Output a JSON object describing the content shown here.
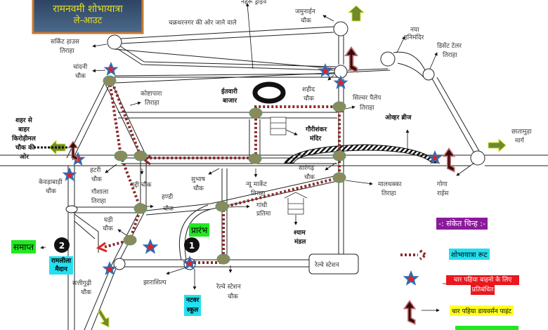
{
  "title": {
    "line1": "रामनवमी शोभायात्रा",
    "line2": "ले-आउट"
  },
  "labels": {
    "top_drive": "नेहरू ड्राइव",
    "chakradharnagar": "चक्रधरनगर की ओर जाने वाले",
    "jamunain_1": "जमुनाईन",
    "jamunain_2": "चौक",
    "circuit_1": "सर्किट हाउस",
    "circuit_2": "तिराहा",
    "chandni_1": "चांदनी",
    "chandni_2": "चौक",
    "koshtapara_1": "कोष्टापारा",
    "koshtapara_2": "तिराहा",
    "itwari_1": "ईतवारी",
    "itwari_2": "बाजार",
    "shaheed_1": "शहीद",
    "shaheed_2": "चौक",
    "silver_1": "सिल्वर पैलेप",
    "silver_2": "तिराहा",
    "naya_1": "नया",
    "naya_2": "हनिमंदिर",
    "district_1": "डिसेंट टेलर",
    "district_2": "तिराहा",
    "gaurishankar_1": "गौरीशंकर",
    "gaurishankar_2": "मंदिर",
    "overbridge": "ओव्हर ब्रीज",
    "chhatamuda_1": "छातामुड़ा",
    "chhatamuda_2": "मार्ग",
    "city_1": "शहर से",
    "city_2": "बाहर",
    "city_3": "किरोड़ीमल",
    "city_4": "चौक की",
    "city_5": "ओर",
    "kewdabadi_1": "केवड़ाबाड़ी",
    "kewdabadi_2": "चौक",
    "hatri_1": "हटरी",
    "hatri_2": "चौक",
    "gaushala_1": "गौशाला",
    "gaushala_2": "तिराहा",
    "gaddi": "गद्दी चौक",
    "subhash_1": "सुभाष",
    "subhash_2": "चौक",
    "newmarket_1": "न्यू मार्केट",
    "newmarket_2": "तिराहा",
    "sarangarh_1": "सारंगढ़",
    "sarangarh_2": "चौक",
    "maldhakka_1": "मालधक्का",
    "maldhakka_2": "तिराहा",
    "goga_1": "गोगा",
    "goga_2": "राईस",
    "handi_1": "हण्डी",
    "handi_2": "चौक",
    "gandhi_1": "गांधी",
    "gandhi_2": "प्रतिमा",
    "shyam_1": "श्याम",
    "shyam_2": "मंडल",
    "ghadi_1": "घड़ी",
    "ghadi_2": "चौक",
    "sattiguddi_1": "सत्तीगुढ़ी",
    "sattiguddi_2": "चौक",
    "jharashilp": "झाराशिल्प",
    "railway_chowk_1": "रेल्वे स्टेशन",
    "railway_chowk_2": "चौक",
    "railway_station": "रेल्वे स्टेशन",
    "start": "प्रारंभ",
    "end": "समाप्त",
    "num1": "1",
    "num2": "2",
    "ramlila_1": "रामलीला",
    "ramlila_2": "मैदान",
    "natwar_1": "नटवर",
    "natwar_2": "स्कूल"
  },
  "legend": {
    "title": "-: संकेत चिन्ह :-",
    "route": "शोभायात्रा रूट",
    "restricted_1": "चार पहिया वाहनो के लिए",
    "restricted_2": "प्रतिबंधित",
    "diversion": "चार पहिया डायवर्सन पाइंट"
  },
  "colors": {
    "route": "#8b2a2a",
    "node": "#8a8a5a",
    "star_outer": "#2e6db3",
    "star_inner": "#e0202a",
    "arrow_green": "#6e8a2a",
    "legend_title_bg": "#8b1a9b",
    "start_bg": "#22e822",
    "name_bg": "#22e0f0",
    "restricted_bg": "#e8181e",
    "diversion_bg": "#ffff22"
  }
}
